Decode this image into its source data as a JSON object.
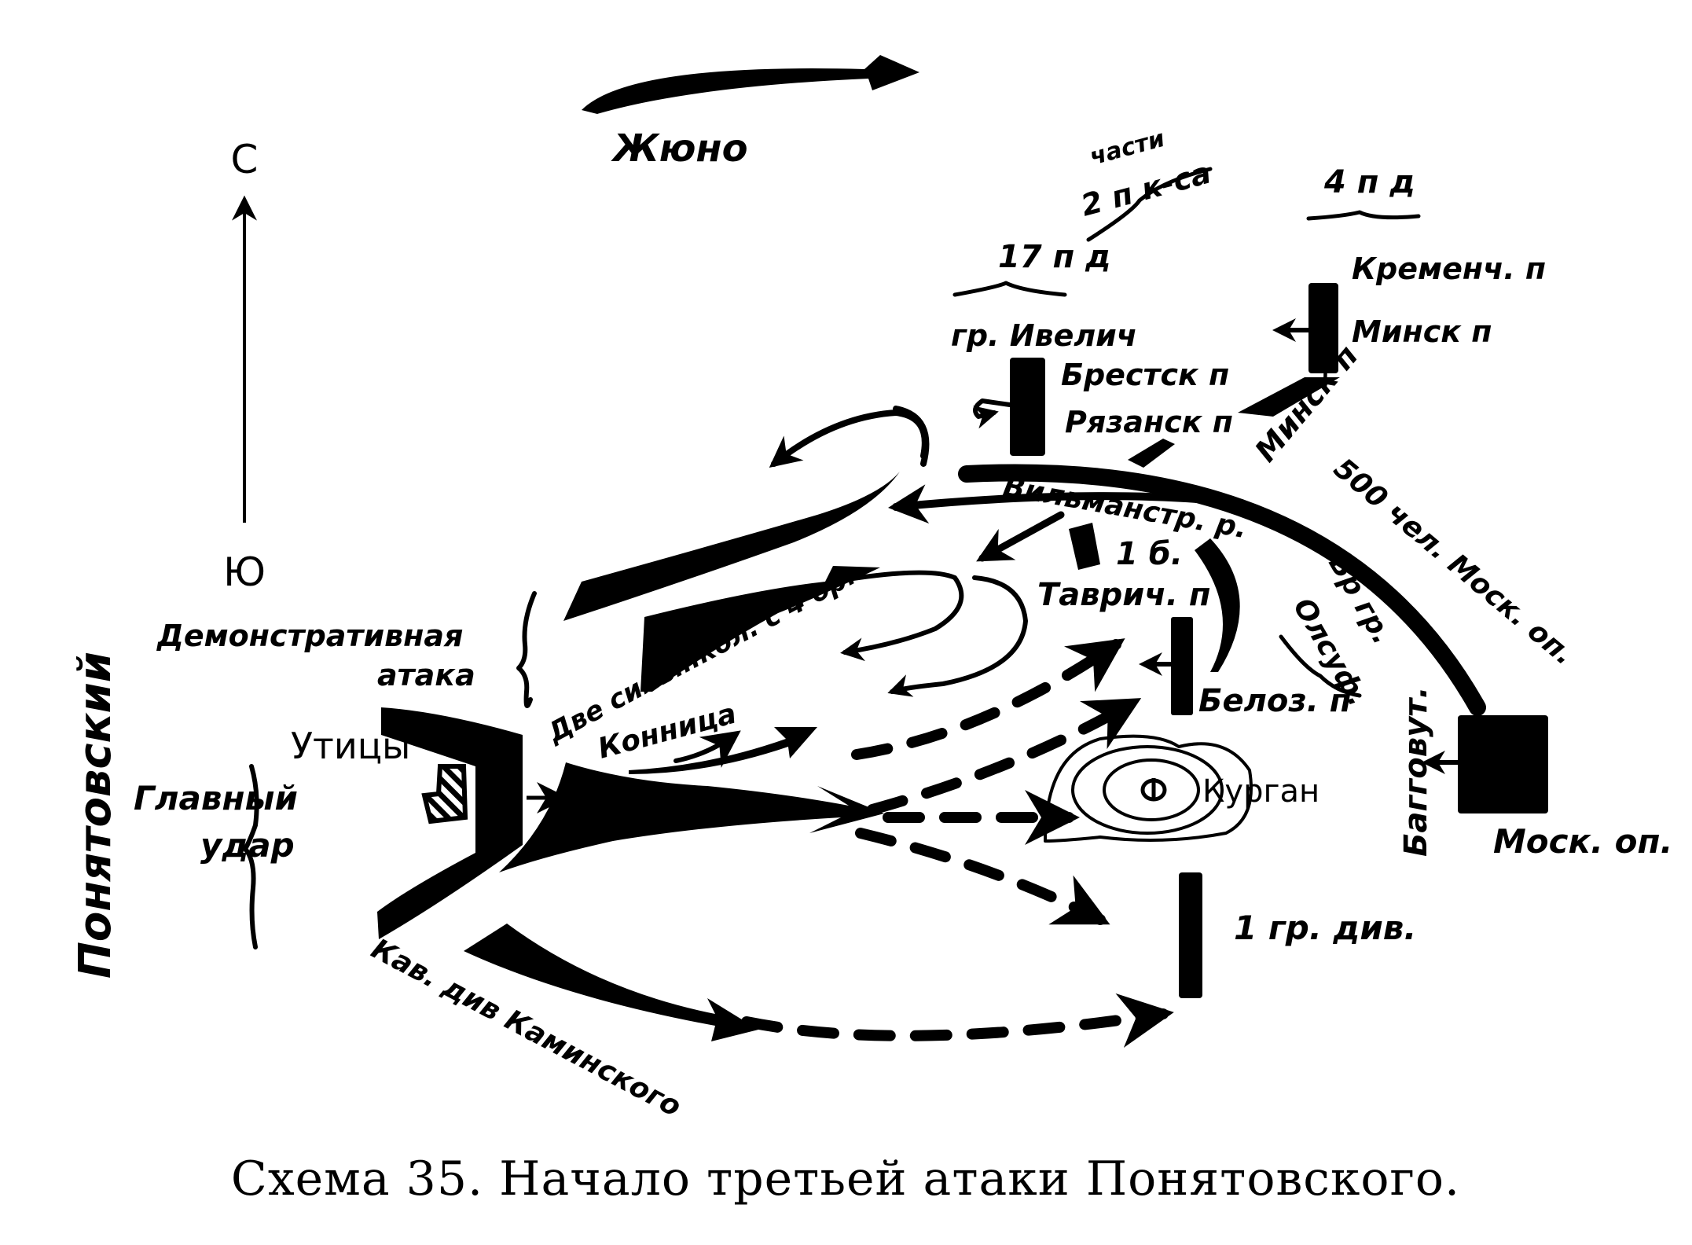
{
  "compass": {
    "north": "С",
    "south": "Ю"
  },
  "commander_left": "Понятовский",
  "top_force": "Жюно",
  "groups": {
    "demonstrative_attack": [
      "Демонстративная",
      "атака"
    ],
    "main_strike": [
      "Главный",
      "удар"
    ]
  },
  "village": "Утицы",
  "french_units": {
    "columns": "Две сильн.кол. с 4 ор.",
    "cavalry": "Конница",
    "kaminsky_cavalry": "Кав. див Каминского"
  },
  "russian_units": {
    "corps_parts": [
      "части",
      "2 п к-са"
    ],
    "div_17": "17 п д",
    "div_4": "4 п д",
    "ivelich": "гр. Ивелич",
    "brest": "Брестск п",
    "ryazan": "Рязанск п",
    "kremench": "Кременч. п",
    "minsk_1": "Минск п",
    "minsk_2": "Минск п",
    "wilmanstrand": "Вильманстр. р.",
    "bat_1": "1 б.",
    "tavrich": "Таврич. п",
    "beloz": "Белоз. п",
    "olsufiev": [
      "Бр гр.",
      "Олсуф."
    ],
    "baggovut": "Багговут.",
    "moscow_500": "500 чел. Моск. оп.",
    "moscow_militia": "Моск. оп.",
    "grenadier_div": "1 гр. див.",
    "kurgan": "Курган"
  },
  "caption": "Схема 35. Начало третьей атаки Понятовского."
}
